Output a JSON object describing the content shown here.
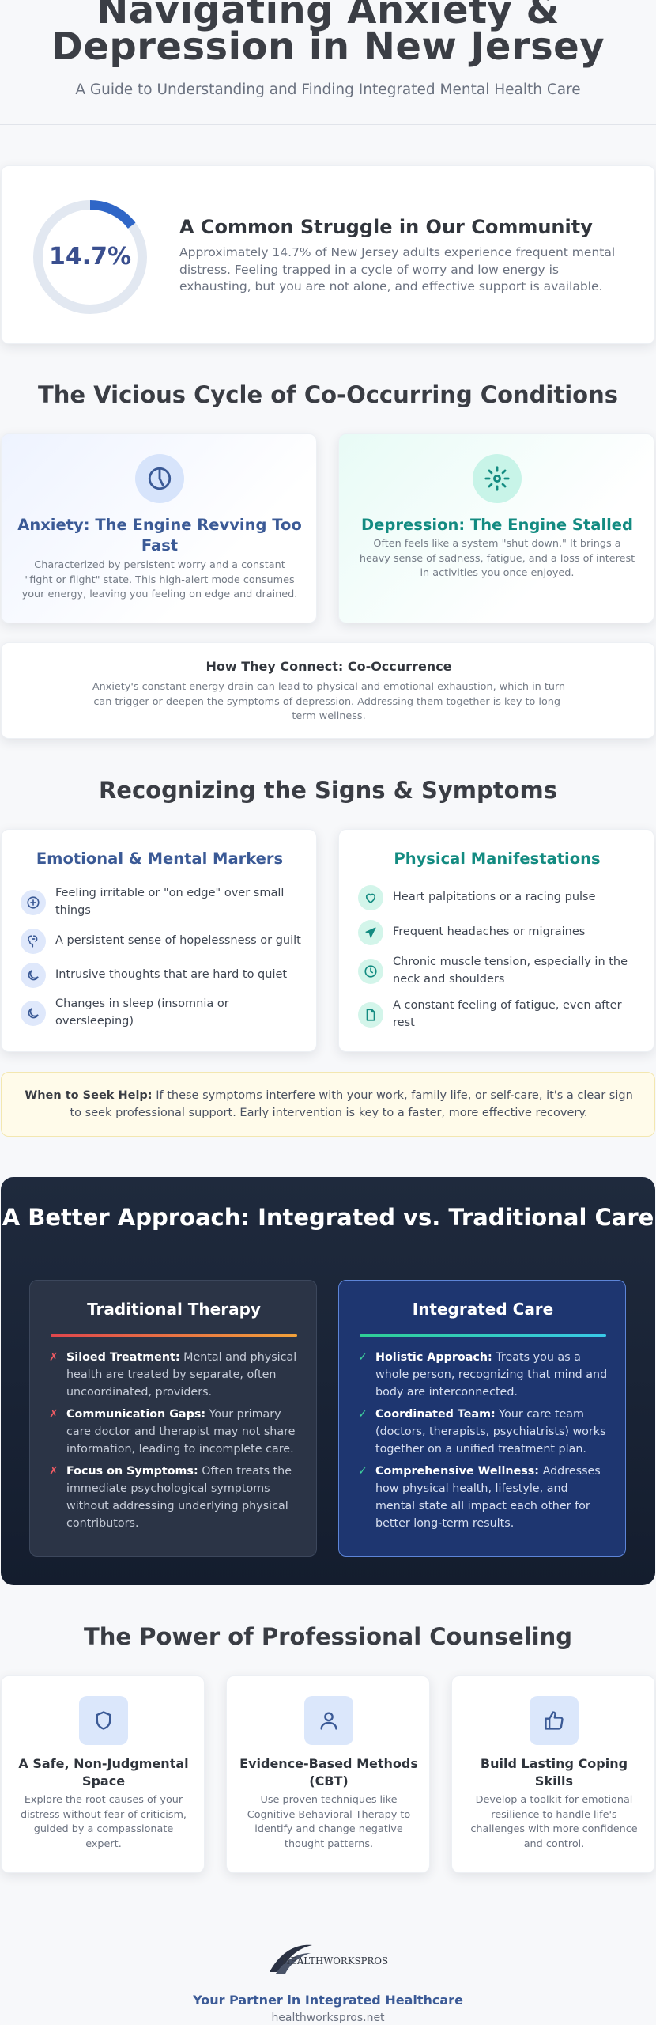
{
  "header": {
    "title_line1": "Navigating Anxiety &",
    "title_line2": "Depression in New Jersey",
    "subtitle": "A Guide to Understanding and Finding Integrated Mental Health Care"
  },
  "stat": {
    "value_label": "14.7%",
    "percent": 14.7,
    "ring_color": "#2f66c7",
    "track_color": "#e2e8f1",
    "title": "A Common Struggle in Our Community",
    "text": "Approximately 14.7% of New Jersey adults experience frequent mental distress. Feeling trapped in a cycle of worry and low energy is exhausting, but you are not alone, and effective support is available."
  },
  "cycle": {
    "title": "The Vicious Cycle of Co-Occurring Conditions",
    "anxiety": {
      "icon": "gauge-icon",
      "title": "Anxiety: The Engine Revving Too Fast",
      "text": "Characterized by persistent worry and a constant \"fight or flight\" state. This high-alert mode consumes your energy, leaving you feeling on edge and drained."
    },
    "depression": {
      "icon": "gear-icon",
      "title": "Depression: The Engine Stalled",
      "text": "Often feels like a system \"shut down.\" It brings a heavy sense of sadness, fatigue, and a loss of interest in activities you once enjoyed."
    },
    "connect": {
      "title": "How They Connect: Co-Occurrence",
      "text": "Anxiety's constant energy drain can lead to physical and emotional exhaustion, which in turn can trigger or deepen the symptoms of depression. Addressing them together is key to long-term wellness."
    }
  },
  "signs": {
    "title": "Recognizing the Signs & Symptoms",
    "emotional": {
      "title": "Emotional & Mental Markers",
      "items": [
        {
          "icon": "plus-circle-icon",
          "text": "Feeling irritable or \"on edge\" over small things"
        },
        {
          "icon": "brain-icon",
          "text": "A persistent sense of hopelessness or guilt"
        },
        {
          "icon": "moon-icon",
          "text": "Intrusive thoughts that are hard to quiet"
        },
        {
          "icon": "moon-icon",
          "text": "Changes in sleep (insomnia or oversleeping)"
        }
      ]
    },
    "physical": {
      "title": "Physical Manifestations",
      "items": [
        {
          "icon": "heart-icon",
          "text": "Heart palpitations or a racing pulse"
        },
        {
          "icon": "send-icon",
          "text": "Frequent headaches or migraines"
        },
        {
          "icon": "clock-icon",
          "text": "Chronic muscle tension, especially in the neck and shoulders"
        },
        {
          "icon": "file-icon",
          "text": "A constant feeling of fatigue, even after rest"
        }
      ]
    },
    "seek_label": "When to Seek Help:",
    "seek_text": " If these symptoms interfere with your work, family life, or self-care, it's a clear sign to seek professional support. Early intervention is key to a faster, more effective recovery."
  },
  "approach": {
    "title": "A Better Approach: Integrated vs. Traditional Care",
    "traditional": {
      "title": "Traditional Therapy",
      "mark": "✗",
      "items": [
        {
          "label": "Siloed Treatment:",
          "text": " Mental and physical health are treated by separate, often uncoordinated, providers."
        },
        {
          "label": "Communication Gaps:",
          "text": " Your primary care doctor and therapist may not share information, leading to incomplete care."
        },
        {
          "label": "Focus on Symptoms:",
          "text": " Often treats the immediate psychological symptoms without addressing underlying physical contributors."
        }
      ]
    },
    "integrated": {
      "title": "Integrated Care",
      "mark": "✓",
      "items": [
        {
          "label": "Holistic Approach:",
          "text": " Treats you as a whole person, recognizing that mind and body are interconnected."
        },
        {
          "label": "Coordinated Team:",
          "text": " Your care team (doctors, therapists, psychiatrists) works together on a unified treatment plan."
        },
        {
          "label": "Comprehensive Wellness:",
          "text": " Addresses how physical health, lifestyle, and mental state all impact each other for better long-term results."
        }
      ]
    }
  },
  "counseling": {
    "title": "The Power of Professional Counseling",
    "cards": [
      {
        "icon": "shield-icon",
        "title": "A Safe, Non-Judgmental Space",
        "text": "Explore the root causes of your distress without fear of criticism, guided by a compassionate expert."
      },
      {
        "icon": "user-icon",
        "title": "Evidence-Based Methods (CBT)",
        "text": "Use proven techniques like Cognitive Behavioral Therapy to identify and change negative thought patterns."
      },
      {
        "icon": "thumbs-up-icon",
        "title": "Build Lasting Coping Skills",
        "text": "Develop a toolkit for emotional resilience to handle life's challenges with more confidence and control."
      }
    ]
  },
  "footer": {
    "logo_text": "HEALTHWORKSPROS",
    "tagline": "Your Partner in Integrated Healthcare",
    "url": "healthworkspros.net"
  }
}
